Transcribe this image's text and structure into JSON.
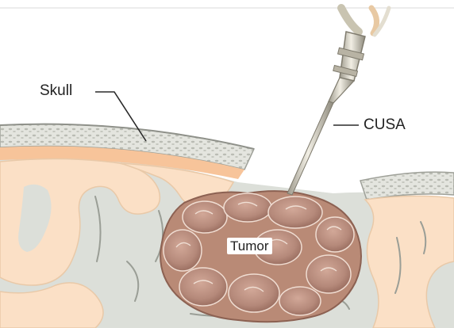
{
  "labels": {
    "skull": "Skull",
    "cusa": "CUSA",
    "tumor": "Tumor"
  },
  "colors": {
    "brain_tissue": "#fbe0c6",
    "grey_matter": "#dcdfd9",
    "skull_bone": "#e6e7e1",
    "dura_orange": "#f7c49a",
    "tumor_fill": "#b98a76",
    "instrument": "#cfcab8"
  },
  "icons": [
    "skull-bone",
    "cusa-instrument",
    "tumor-mass",
    "brain-gyri"
  ]
}
